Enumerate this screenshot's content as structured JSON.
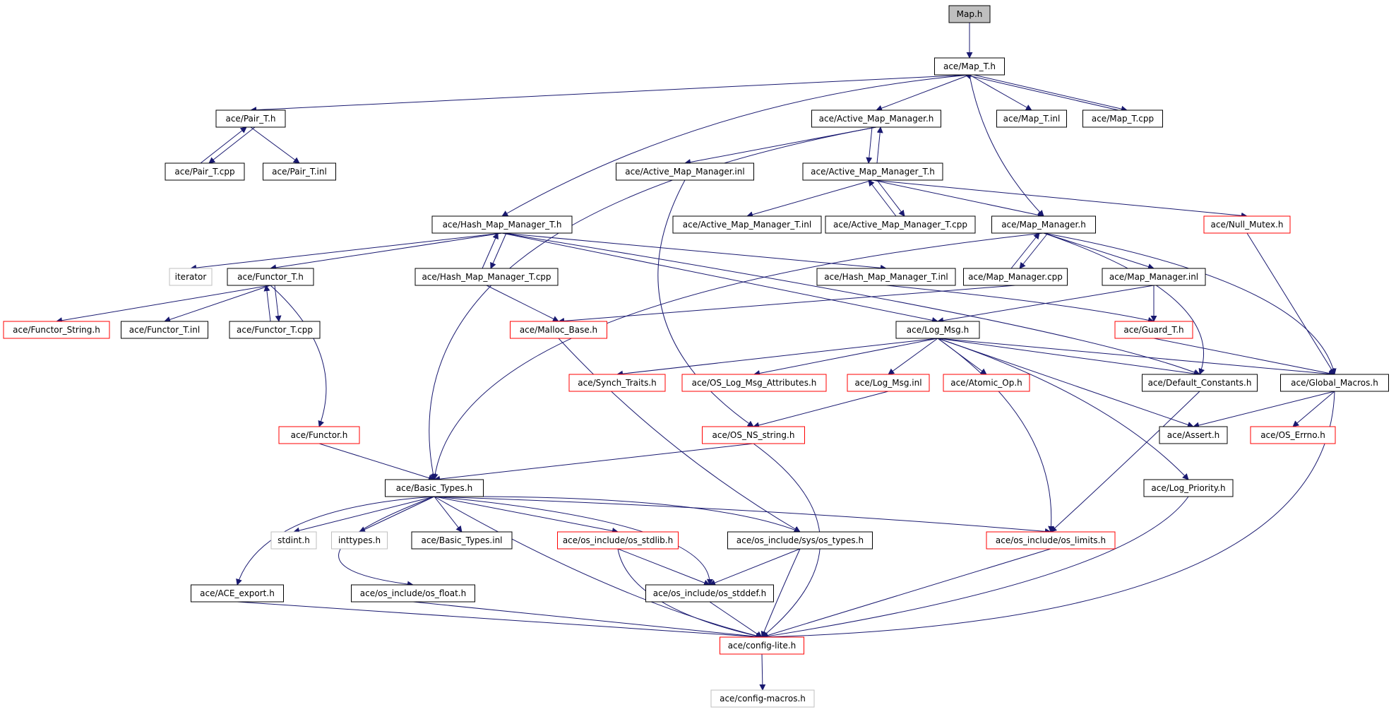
{
  "colors": {
    "edge": "#191970",
    "root_fill": "#bfbfbf",
    "normal_border": "#000000",
    "red_border": "#ff0000",
    "gray_border": "#bfbfbf"
  },
  "nodes": [
    {
      "id": "map_h",
      "label": "Map.h",
      "style": "root"
    },
    {
      "id": "map_t_h",
      "label": "ace/Map_T.h",
      "style": "normal"
    },
    {
      "id": "pair_t_h",
      "label": "ace/Pair_T.h",
      "style": "normal"
    },
    {
      "id": "active_map_manager_h",
      "label": "ace/Active_Map_Manager.h",
      "style": "normal"
    },
    {
      "id": "map_t_inl",
      "label": "ace/Map_T.inl",
      "style": "normal"
    },
    {
      "id": "map_t_cpp",
      "label": "ace/Map_T.cpp",
      "style": "normal"
    },
    {
      "id": "pair_t_cpp",
      "label": "ace/Pair_T.cpp",
      "style": "normal"
    },
    {
      "id": "pair_t_inl",
      "label": "ace/Pair_T.inl",
      "style": "normal"
    },
    {
      "id": "active_map_manager_inl",
      "label": "ace/Active_Map_Manager.inl",
      "style": "normal"
    },
    {
      "id": "active_map_manager_t_h",
      "label": "ace/Active_Map_Manager_T.h",
      "style": "normal"
    },
    {
      "id": "hash_map_manager_t_h",
      "label": "ace/Hash_Map_Manager_T.h",
      "style": "normal"
    },
    {
      "id": "active_map_manager_t_inl",
      "label": "ace/Active_Map_Manager_T.inl",
      "style": "normal"
    },
    {
      "id": "active_map_manager_t_cpp",
      "label": "ace/Active_Map_Manager_T.cpp",
      "style": "normal"
    },
    {
      "id": "map_manager_h",
      "label": "ace/Map_Manager.h",
      "style": "normal"
    },
    {
      "id": "null_mutex_h",
      "label": "ace/Null_Mutex.h",
      "style": "red"
    },
    {
      "id": "iterator",
      "label": "iterator",
      "style": "gray"
    },
    {
      "id": "functor_t_h",
      "label": "ace/Functor_T.h",
      "style": "normal"
    },
    {
      "id": "hash_map_manager_t_cpp",
      "label": "ace/Hash_Map_Manager_T.cpp",
      "style": "normal"
    },
    {
      "id": "hash_map_manager_t_inl",
      "label": "ace/Hash_Map_Manager_T.inl",
      "style": "normal"
    },
    {
      "id": "map_manager_cpp",
      "label": "ace/Map_Manager.cpp",
      "style": "normal"
    },
    {
      "id": "map_manager_inl",
      "label": "ace/Map_Manager.inl",
      "style": "normal"
    },
    {
      "id": "functor_string_h",
      "label": "ace/Functor_String.h",
      "style": "red"
    },
    {
      "id": "functor_t_inl",
      "label": "ace/Functor_T.inl",
      "style": "normal"
    },
    {
      "id": "functor_t_cpp",
      "label": "ace/Functor_T.cpp",
      "style": "normal"
    },
    {
      "id": "malloc_base_h",
      "label": "ace/Malloc_Base.h",
      "style": "red"
    },
    {
      "id": "log_msg_h",
      "label": "ace/Log_Msg.h",
      "style": "normal"
    },
    {
      "id": "guard_t_h",
      "label": "ace/Guard_T.h",
      "style": "red"
    },
    {
      "id": "synch_traits_h",
      "label": "ace/Synch_Traits.h",
      "style": "red"
    },
    {
      "id": "os_log_msg_attributes_h",
      "label": "ace/OS_Log_Msg_Attributes.h",
      "style": "red"
    },
    {
      "id": "log_msg_inl",
      "label": "ace/Log_Msg.inl",
      "style": "red"
    },
    {
      "id": "atomic_op_h",
      "label": "ace/Atomic_Op.h",
      "style": "red"
    },
    {
      "id": "default_constants_h",
      "label": "ace/Default_Constants.h",
      "style": "normal"
    },
    {
      "id": "global_macros_h",
      "label": "ace/Global_Macros.h",
      "style": "normal"
    },
    {
      "id": "functor_h",
      "label": "ace/Functor.h",
      "style": "red"
    },
    {
      "id": "os_ns_string_h",
      "label": "ace/OS_NS_string.h",
      "style": "red"
    },
    {
      "id": "assert_h",
      "label": "ace/Assert.h",
      "style": "normal"
    },
    {
      "id": "os_errno_h",
      "label": "ace/OS_Errno.h",
      "style": "red"
    },
    {
      "id": "basic_types_h",
      "label": "ace/Basic_Types.h",
      "style": "normal"
    },
    {
      "id": "log_priority_h",
      "label": "ace/Log_Priority.h",
      "style": "normal"
    },
    {
      "id": "stdint_h",
      "label": "stdint.h",
      "style": "gray"
    },
    {
      "id": "inttypes_h",
      "label": "inttypes.h",
      "style": "gray"
    },
    {
      "id": "basic_types_inl",
      "label": "ace/Basic_Types.inl",
      "style": "normal"
    },
    {
      "id": "os_stdlib_h",
      "label": "ace/os_include/os_stdlib.h",
      "style": "red"
    },
    {
      "id": "os_types_h",
      "label": "ace/os_include/sys/os_types.h",
      "style": "normal"
    },
    {
      "id": "os_limits_h",
      "label": "ace/os_include/os_limits.h",
      "style": "red"
    },
    {
      "id": "ace_export_h",
      "label": "ace/ACE_export.h",
      "style": "normal"
    },
    {
      "id": "os_float_h",
      "label": "ace/os_include/os_float.h",
      "style": "normal"
    },
    {
      "id": "os_stddef_h",
      "label": "ace/os_include/os_stddef.h",
      "style": "normal"
    },
    {
      "id": "config_lite_h",
      "label": "ace/config-lite.h",
      "style": "red"
    },
    {
      "id": "config_macros_h",
      "label": "ace/config-macros.h",
      "style": "gray"
    }
  ],
  "edges": [
    {
      "from": "map_h",
      "to": "map_t_h"
    },
    {
      "from": "map_t_h",
      "to": "pair_t_h"
    },
    {
      "from": "map_t_h",
      "to": "active_map_manager_h"
    },
    {
      "from": "map_t_h",
      "to": "map_t_inl"
    },
    {
      "from": "map_t_h",
      "to": "map_t_cpp"
    },
    {
      "from": "map_t_cpp",
      "to": "map_t_h"
    },
    {
      "from": "map_t_h",
      "to": "hash_map_manager_t_h"
    },
    {
      "from": "map_t_h",
      "to": "map_manager_h"
    },
    {
      "from": "pair_t_h",
      "to": "pair_t_cpp"
    },
    {
      "from": "pair_t_cpp",
      "to": "pair_t_h"
    },
    {
      "from": "pair_t_h",
      "to": "pair_t_inl"
    },
    {
      "from": "active_map_manager_h",
      "to": "active_map_manager_inl"
    },
    {
      "from": "active_map_manager_h",
      "to": "active_map_manager_t_h"
    },
    {
      "from": "active_map_manager_t_h",
      "to": "active_map_manager_h"
    },
    {
      "from": "active_map_manager_h",
      "to": "basic_types_h"
    },
    {
      "from": "active_map_manager_inl",
      "to": "os_ns_string_h"
    },
    {
      "from": "active_map_manager_t_h",
      "to": "active_map_manager_t_inl"
    },
    {
      "from": "active_map_manager_t_h",
      "to": "active_map_manager_t_cpp"
    },
    {
      "from": "active_map_manager_t_cpp",
      "to": "active_map_manager_t_h"
    },
    {
      "from": "active_map_manager_t_h",
      "to": "map_manager_h"
    },
    {
      "from": "active_map_manager_t_h",
      "to": "null_mutex_h"
    },
    {
      "from": "hash_map_manager_t_h",
      "to": "iterator"
    },
    {
      "from": "hash_map_manager_t_h",
      "to": "functor_t_h"
    },
    {
      "from": "hash_map_manager_t_h",
      "to": "hash_map_manager_t_cpp"
    },
    {
      "from": "hash_map_manager_t_cpp",
      "to": "hash_map_manager_t_h"
    },
    {
      "from": "hash_map_manager_t_h",
      "to": "hash_map_manager_t_inl"
    },
    {
      "from": "hash_map_manager_t_h",
      "to": "log_msg_h"
    },
    {
      "from": "hash_map_manager_t_h",
      "to": "default_constants_h"
    },
    {
      "from": "hash_map_manager_t_cpp",
      "to": "malloc_base_h"
    },
    {
      "from": "hash_map_manager_t_inl",
      "to": "guard_t_h"
    },
    {
      "from": "map_manager_h",
      "to": "map_manager_cpp"
    },
    {
      "from": "map_manager_cpp",
      "to": "map_manager_h"
    },
    {
      "from": "map_manager_h",
      "to": "map_manager_inl"
    },
    {
      "from": "map_manager_h",
      "to": "basic_types_h"
    },
    {
      "from": "map_manager_h",
      "to": "default_constants_h"
    },
    {
      "from": "map_manager_h",
      "to": "global_macros_h"
    },
    {
      "from": "map_manager_cpp",
      "to": "malloc_base_h"
    },
    {
      "from": "map_manager_inl",
      "to": "guard_t_h"
    },
    {
      "from": "map_manager_inl",
      "to": "log_msg_h"
    },
    {
      "from": "null_mutex_h",
      "to": "global_macros_h"
    },
    {
      "from": "functor_t_h",
      "to": "functor_string_h"
    },
    {
      "from": "functor_t_h",
      "to": "functor_t_inl"
    },
    {
      "from": "functor_t_h",
      "to": "functor_t_cpp"
    },
    {
      "from": "functor_t_cpp",
      "to": "functor_t_h"
    },
    {
      "from": "functor_t_h",
      "to": "functor_h"
    },
    {
      "from": "functor_h",
      "to": "basic_types_h"
    },
    {
      "from": "malloc_base_h",
      "to": "os_types_h"
    },
    {
      "from": "guard_t_h",
      "to": "global_macros_h"
    },
    {
      "from": "log_msg_h",
      "to": "synch_traits_h"
    },
    {
      "from": "log_msg_h",
      "to": "os_log_msg_attributes_h"
    },
    {
      "from": "log_msg_h",
      "to": "log_msg_inl"
    },
    {
      "from": "log_msg_h",
      "to": "atomic_op_h"
    },
    {
      "from": "log_msg_h",
      "to": "default_constants_h"
    },
    {
      "from": "log_msg_h",
      "to": "global_macros_h"
    },
    {
      "from": "log_msg_h",
      "to": "assert_h"
    },
    {
      "from": "log_msg_h",
      "to": "log_priority_h"
    },
    {
      "from": "log_msg_h",
      "to": "os_limits_h"
    },
    {
      "from": "log_msg_inl",
      "to": "os_ns_string_h"
    },
    {
      "from": "default_constants_h",
      "to": "os_limits_h"
    },
    {
      "from": "global_macros_h",
      "to": "assert_h"
    },
    {
      "from": "global_macros_h",
      "to": "os_errno_h"
    },
    {
      "from": "global_macros_h",
      "to": "config_lite_h"
    },
    {
      "from": "os_ns_string_h",
      "to": "basic_types_h"
    },
    {
      "from": "os_ns_string_h",
      "to": "config_lite_h"
    },
    {
      "from": "log_priority_h",
      "to": "config_lite_h"
    },
    {
      "from": "basic_types_h",
      "to": "stdint_h"
    },
    {
      "from": "basic_types_h",
      "to": "inttypes_h"
    },
    {
      "from": "basic_types_h",
      "to": "basic_types_inl"
    },
    {
      "from": "basic_types_h",
      "to": "os_stdlib_h"
    },
    {
      "from": "basic_types_h",
      "to": "os_types_h"
    },
    {
      "from": "basic_types_h",
      "to": "os_limits_h"
    },
    {
      "from": "basic_types_h",
      "to": "ace_export_h"
    },
    {
      "from": "basic_types_h",
      "to": "os_float_h"
    },
    {
      "from": "basic_types_h",
      "to": "os_stddef_h"
    },
    {
      "from": "basic_types_h",
      "to": "config_lite_h"
    },
    {
      "from": "os_stdlib_h",
      "to": "os_stddef_h"
    },
    {
      "from": "os_stdlib_h",
      "to": "config_lite_h"
    },
    {
      "from": "os_types_h",
      "to": "os_stddef_h"
    },
    {
      "from": "os_types_h",
      "to": "config_lite_h"
    },
    {
      "from": "os_limits_h",
      "to": "config_lite_h"
    },
    {
      "from": "ace_export_h",
      "to": "config_lite_h"
    },
    {
      "from": "os_float_h",
      "to": "config_lite_h"
    },
    {
      "from": "os_stddef_h",
      "to": "config_lite_h"
    },
    {
      "from": "config_lite_h",
      "to": "config_macros_h"
    }
  ]
}
